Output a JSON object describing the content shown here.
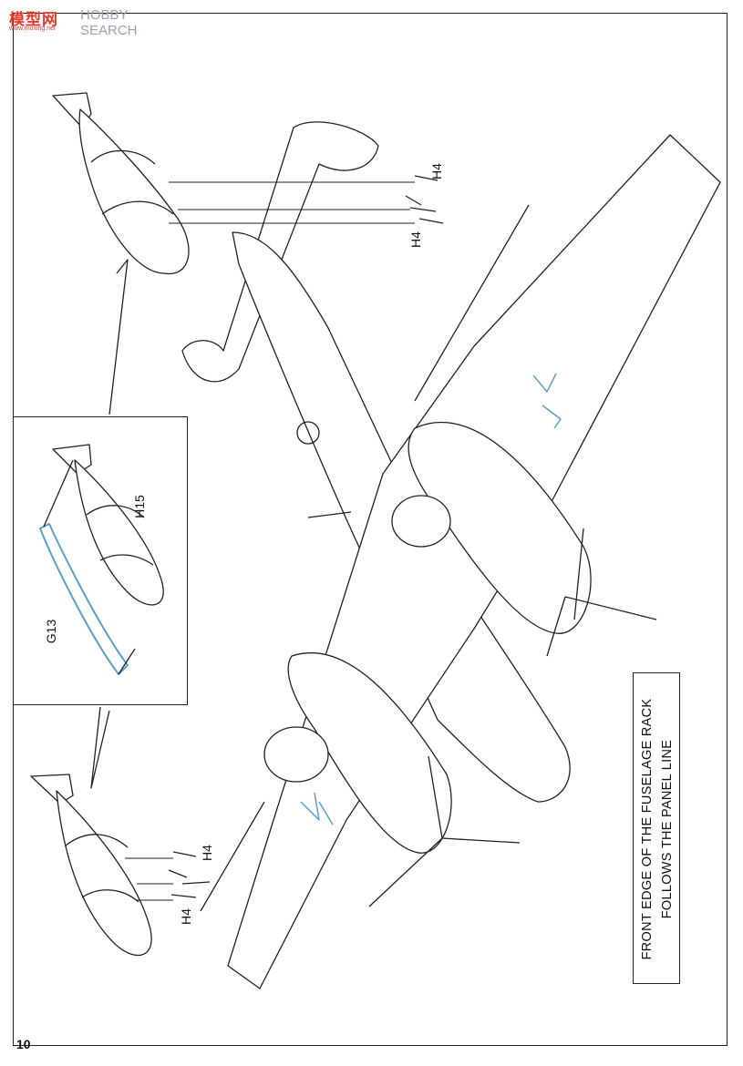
{
  "watermark": {
    "logo": "模型网",
    "text": "HOBBY SEARCH",
    "url": "www.moxing.net"
  },
  "page": {
    "number": "10"
  },
  "note": {
    "line1": "FRONT EDGE OF THE FUSELAGE RACK",
    "line2": "FOLLOWS THE PANEL LINE"
  },
  "parts": {
    "h4_top_a": "H4",
    "h4_top_b": "H4",
    "h4_bottom_a": "H4",
    "h4_bottom_b": "H4",
    "h15": "H15",
    "g13": "G13"
  }
}
